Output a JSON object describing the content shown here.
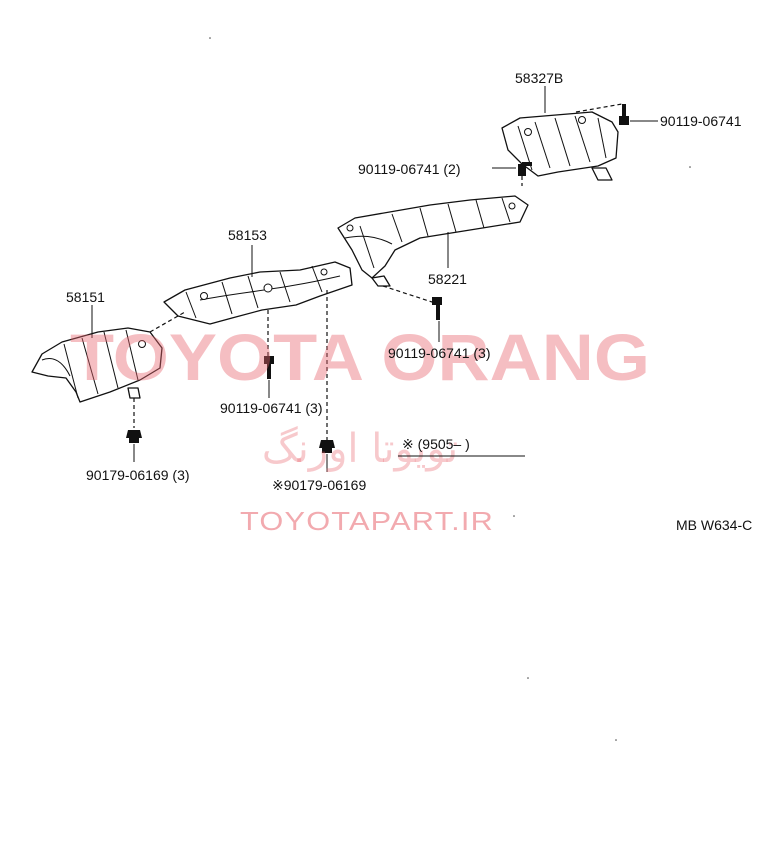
{
  "parts": {
    "p58327B": "58327B",
    "p58221": "58221",
    "p58153": "58153",
    "p58151": "58151"
  },
  "fasteners": {
    "bolt_top_right": "90119-06741",
    "bolt_58327B_left": "90119-06741 (2)",
    "bolt_58221": "90119-06741 (3)",
    "bolt_58153": "90119-06741 (3)",
    "nut_58151": "90179-06169 (3)",
    "nut_marked": "※90179-06169"
  },
  "note": {
    "mark_range": "※ (9505–        )"
  },
  "watermarks": {
    "brand": "TOYOTA ORANG",
    "persian": "تویوتا اورنگ",
    "url": "TOYOTAPART.IR"
  },
  "diagram_code": "MB  W634-C",
  "colors": {
    "line": "#111111",
    "watermark": "#e8646e"
  }
}
